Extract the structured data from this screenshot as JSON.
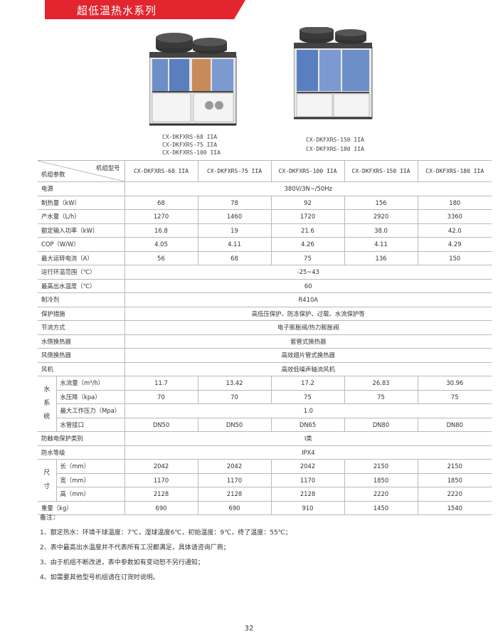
{
  "banner": {
    "title": "超低温热水系列"
  },
  "products": {
    "left_models": [
      "CX-DKFXRS-68 IIA",
      "CX-DKFXRS-75 IIA",
      "CX-DKFXRS-100 IIA"
    ],
    "right_models": [
      "CX-DKFXRS-150 IIA",
      "CX-DKFXRS-180 IIA"
    ]
  },
  "table": {
    "corner_top": "机组型号",
    "corner_bottom": "机组参数",
    "models": [
      "CX-DKFXRS-68 IIA",
      "CX-DKFXRS-75 IIA",
      "CX-DKFXRS-100 IIA",
      "CX-DKFXRS-150 IIA",
      "CX-DKFXRS-180 IIA"
    ],
    "power": {
      "label": "电源",
      "value": "380V/3N~/50Hz"
    },
    "heating": {
      "label": "制热量（kW）",
      "values": [
        "68",
        "78",
        "92",
        "156",
        "180"
      ]
    },
    "water_output": {
      "label": "产水量（L/h）",
      "values": [
        "1270",
        "1460",
        "1720",
        "2920",
        "3360"
      ]
    },
    "rated_input": {
      "label": "额定输入功率（kW）",
      "values": [
        "16.8",
        "19",
        "21.6",
        "38.0",
        "42.0"
      ]
    },
    "cop": {
      "label": "COP（W/W）",
      "values": [
        "4.05",
        "4.11",
        "4.26",
        "4.11",
        "4.29"
      ]
    },
    "max_current": {
      "label": "最大运转电流（A）",
      "values": [
        "56",
        "68",
        "75",
        "136",
        "150"
      ]
    },
    "ambient_range": {
      "label": "运行环温范围（℃）",
      "value": "-25~43"
    },
    "max_outlet": {
      "label": "最高出水温度（℃）",
      "value": "60"
    },
    "refrigerant": {
      "label": "制冷剂",
      "value": "R410A"
    },
    "protection": {
      "label": "保护措施",
      "value": "高低压保护、防冻保护、过载、水流保护等"
    },
    "throttle": {
      "label": "节流方式",
      "value": "电子膨胀阀/热力膨胀阀"
    },
    "water_hx": {
      "label": "水侧换热器",
      "value": "套管式换热器"
    },
    "air_hx": {
      "label": "风侧换热器",
      "value": "高效翅片管式换热器"
    },
    "fan": {
      "label": "风机",
      "value": "高效低噪声轴流风机"
    },
    "water_system": {
      "group_label": "水系统",
      "flow": {
        "label": "水流量（m³/h）",
        "values": [
          "11.7",
          "13.42",
          "17.2",
          "26.83",
          "30.96"
        ]
      },
      "pressure_drop": {
        "label": "水压降（kpa）",
        "values": [
          "70",
          "70",
          "75",
          "75",
          "75"
        ]
      },
      "max_pressure": {
        "label": "最大工作压力（Mpa）",
        "value": "1.0"
      },
      "pipe": {
        "label": "水管接口",
        "values": [
          "DN50",
          "DN50",
          "DN65",
          "DN80",
          "DN80"
        ]
      }
    },
    "shock_class": {
      "label": "防触电保护类别",
      "value": "I类"
    },
    "waterproof": {
      "label": "防水等级",
      "value": "IPX4"
    },
    "size": {
      "group_label": "尺寸",
      "length": {
        "label": "长（mm）",
        "values": [
          "2042",
          "2042",
          "2042",
          "2150",
          "2150"
        ]
      },
      "width": {
        "label": "宽（mm）",
        "values": [
          "1170",
          "1170",
          "1170",
          "1850",
          "1850"
        ]
      },
      "height": {
        "label": "高（mm）",
        "values": [
          "2128",
          "2128",
          "2128",
          "2220",
          "2220"
        ]
      }
    },
    "weight": {
      "label": "重量（kg）",
      "values": [
        "690",
        "690",
        "910",
        "1450",
        "1540"
      ]
    }
  },
  "notes": {
    "title": "备注：",
    "items": [
      "1、额定热水：环境干球温度：7℃，湿球温度6℃，初始温度：9℃，终了温度：55℃；",
      "2、表中最高出水温度并不代表所有工况都满足，具体请咨询厂商；",
      "3、由于机组不断改进，表中参数如有变动恕不另行通知；",
      "4、如需要其他型号机组请在订货时说明。"
    ]
  },
  "page_number": "32",
  "colors": {
    "accent": "#e2252e",
    "rule": "#b9b9b9"
  }
}
